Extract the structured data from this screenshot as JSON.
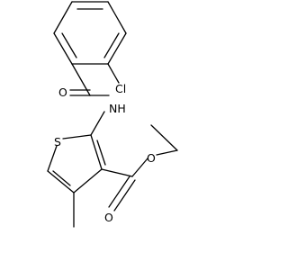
{
  "molecule": {
    "atoms": {
      "cl": "Cl",
      "nh": "NH",
      "o_amide": "O",
      "s": "S",
      "o_ester_carbonyl": "O",
      "o_ester_ether": "O"
    }
  },
  "colors": {
    "bond": "#000000",
    "background": "#ffffff"
  }
}
